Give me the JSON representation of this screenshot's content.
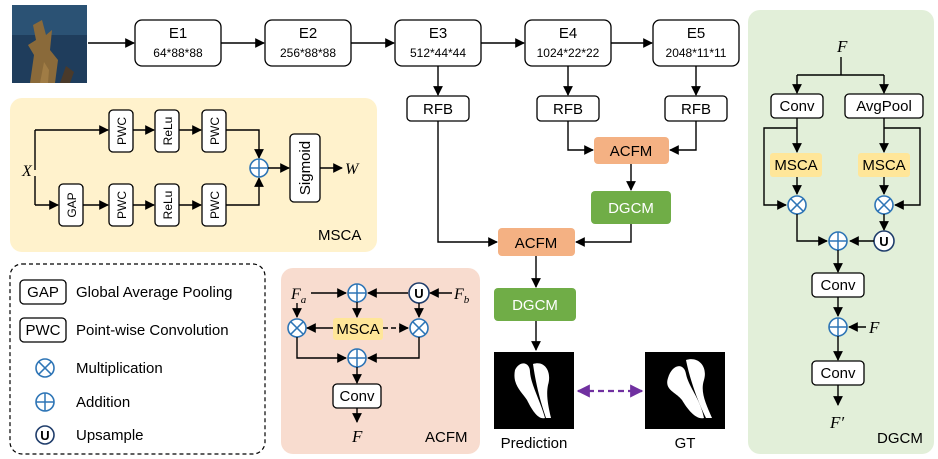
{
  "encoders": [
    {
      "name": "E1",
      "dims": "64*88*88"
    },
    {
      "name": "E2",
      "dims": "256*88*88"
    },
    {
      "name": "E3",
      "dims": "512*44*44"
    },
    {
      "name": "E4",
      "dims": "1024*22*22"
    },
    {
      "name": "E5",
      "dims": "2048*11*11"
    }
  ],
  "main": {
    "rfb": "RFB",
    "acfm": "ACFM",
    "dgcm": "DGCM",
    "prediction": "Prediction",
    "gt": "GT"
  },
  "msca": {
    "title": "MSCA",
    "input": "X",
    "output": "W",
    "pwc": "PWC",
    "relu": "ReLu",
    "gap": "GAP",
    "sigmoid": "Sigmoid"
  },
  "legend": {
    "items": [
      {
        "abbr": "GAP",
        "text": "Global Average Pooling"
      },
      {
        "abbr": "PWC",
        "text": "Point-wise Convolution"
      },
      {
        "text": "Multiplication"
      },
      {
        "text": "Addition"
      },
      {
        "text": "Upsample"
      }
    ],
    "upsample_symbol": "U"
  },
  "acfm_panel": {
    "title": "ACFM",
    "fa": "F",
    "fa_sub": "a",
    "fb": "F",
    "fb_sub": "b",
    "msca": "MSCA",
    "conv": "Conv",
    "output": "F",
    "upsample_symbol": "U"
  },
  "dgcm_panel": {
    "title": "DGCM",
    "input": "F",
    "conv": "Conv",
    "avgpool": "AvgPool",
    "msca": "MSCA",
    "f_side": "F",
    "output": "F′",
    "upsample_symbol": "U"
  },
  "colors": {
    "msca_panel": "#fff2cc",
    "acfm_panel": "#f8dccf",
    "dgcm_panel": "#e2efd9",
    "acfm_box": "#f4b183",
    "dgcm_box": "#70ad47",
    "msca_box": "#ffe699",
    "operator": "#2e75b6",
    "dashed_arrow": "#7030a0"
  }
}
